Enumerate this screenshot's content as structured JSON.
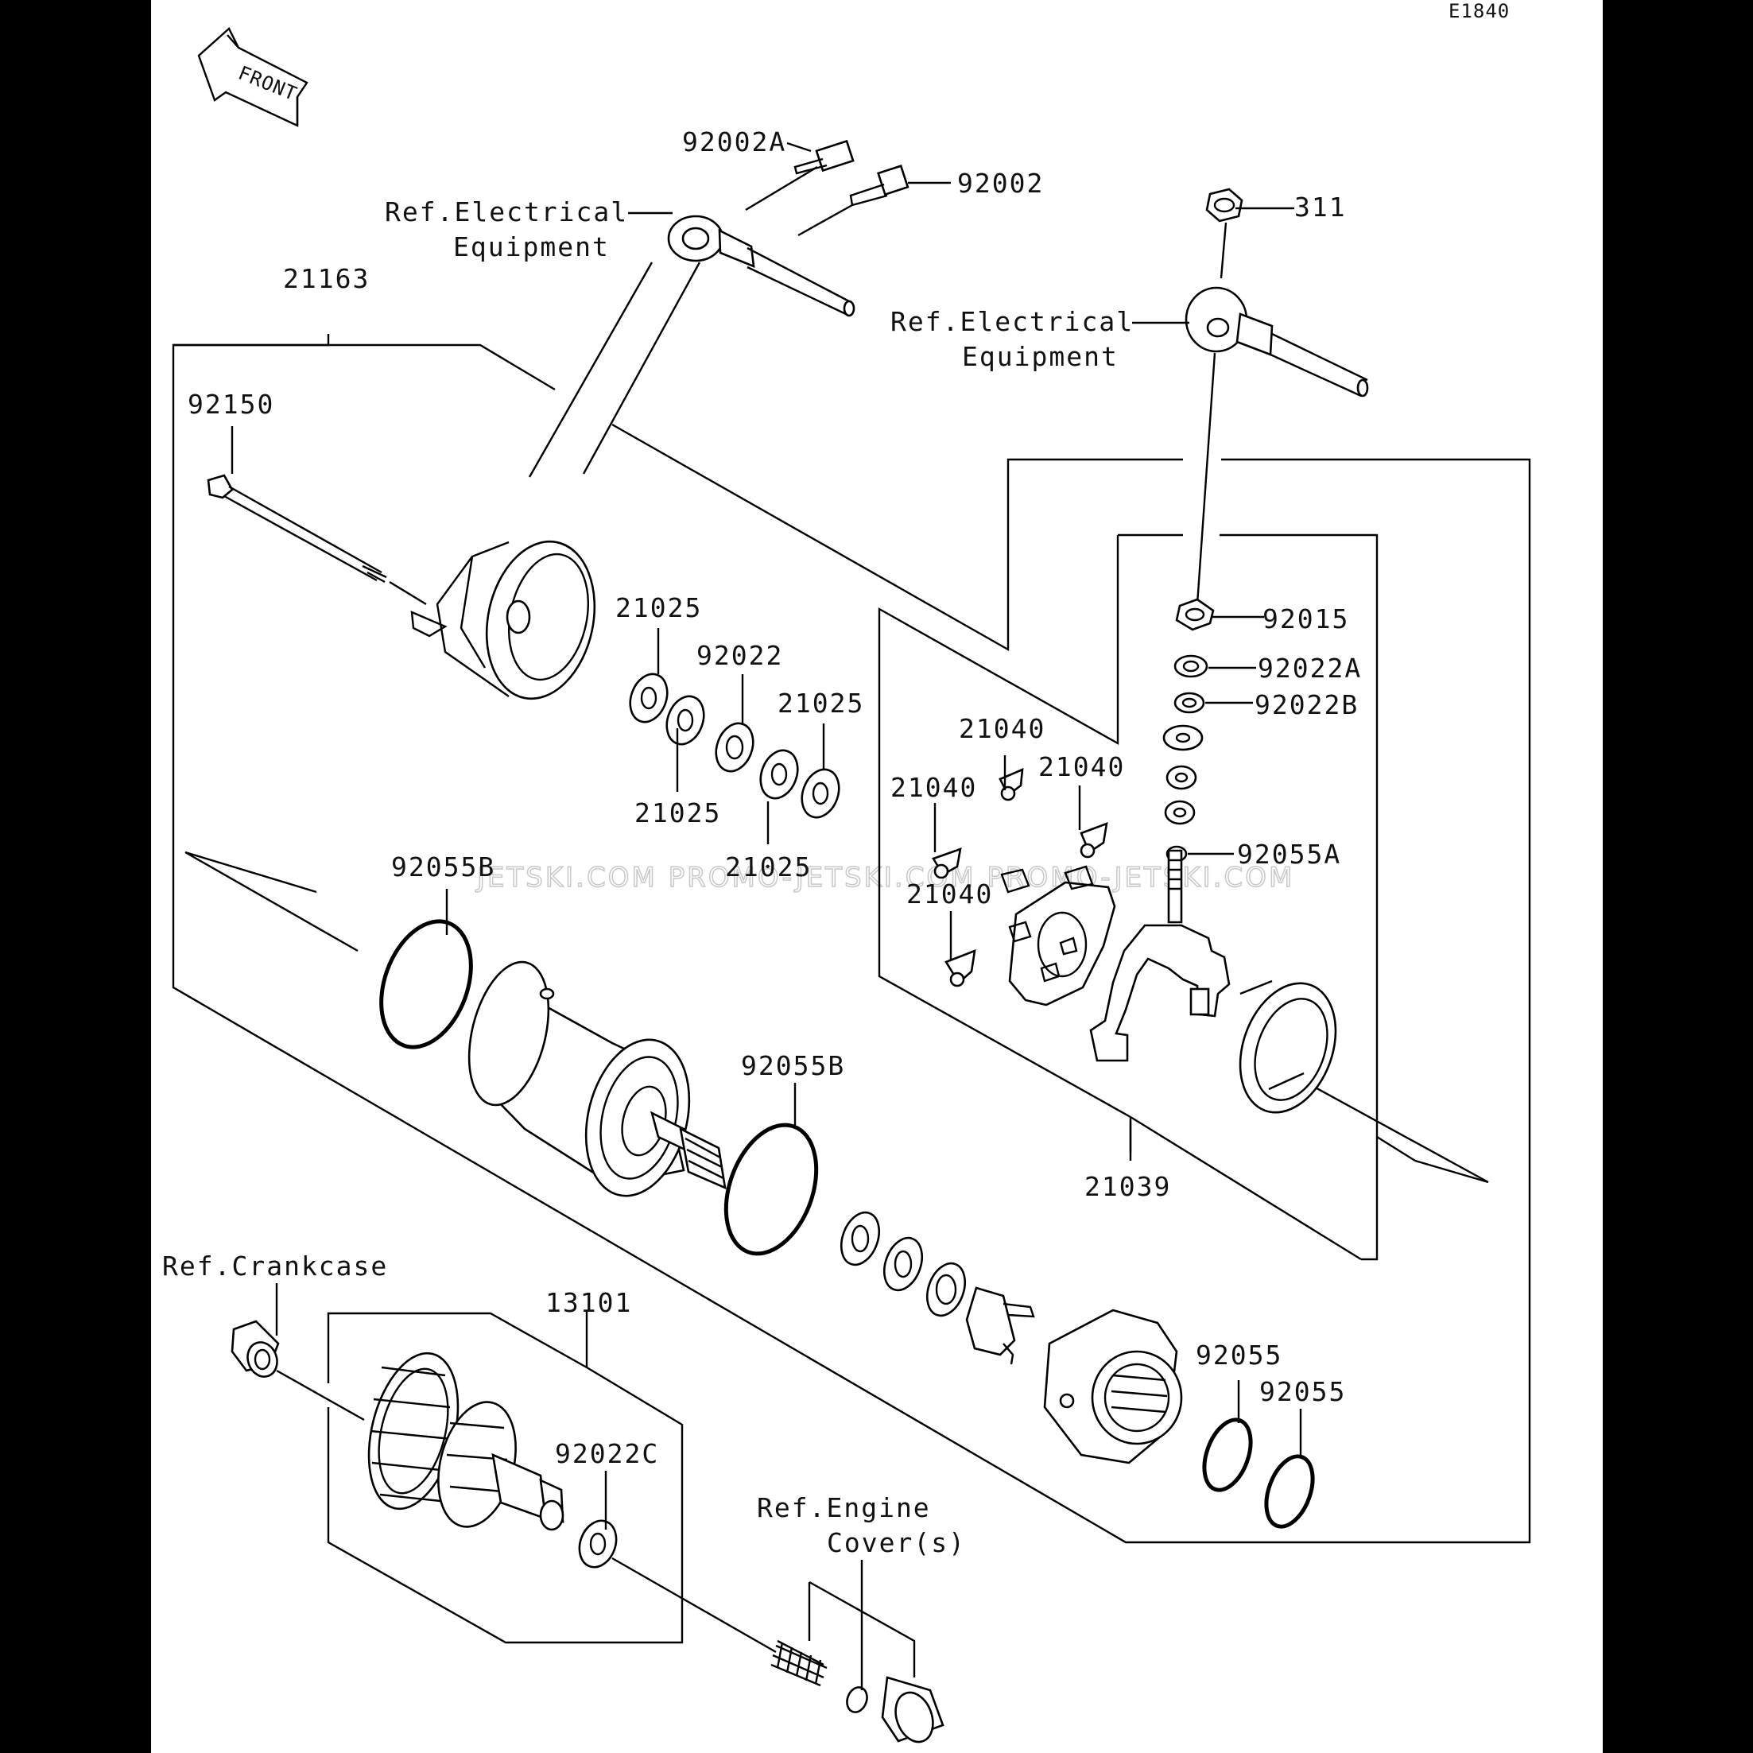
{
  "diagram_code": "E1840",
  "front_label": "FRONT",
  "watermark": "JETSKI.COM PROMO-JETSKI.COM PROMO-JETSKI.COM",
  "refs": {
    "elec_1_line1": "Ref.Electrical",
    "elec_1_line2": "Equipment",
    "elec_2_line1": "Ref.Electrical",
    "elec_2_line2": "Equipment",
    "crankcase": "Ref.Crankcase",
    "engine_line1": "Ref.Engine",
    "engine_line2": "Cover(s)"
  },
  "parts": {
    "p92002A": "92002A",
    "p92002": "92002",
    "p311": "311",
    "p21163": "21163",
    "p92150": "92150",
    "p21025a": "21025",
    "p92022": "92022",
    "p21025b": "21025",
    "p21025c": "21025",
    "p21025d": "21025",
    "p92015": "92015",
    "p92022A": "92022A",
    "p92022B": "92022B",
    "p21040a": "21040",
    "p21040b": "21040",
    "p21040c": "21040",
    "p21040d": "21040",
    "p92055A": "92055A",
    "p92055Ba": "92055B",
    "p92055Bb": "92055B",
    "p21039": "21039",
    "p13101": "13101",
    "p92022C": "92022C",
    "p92055a": "92055",
    "p92055b": "92055"
  }
}
